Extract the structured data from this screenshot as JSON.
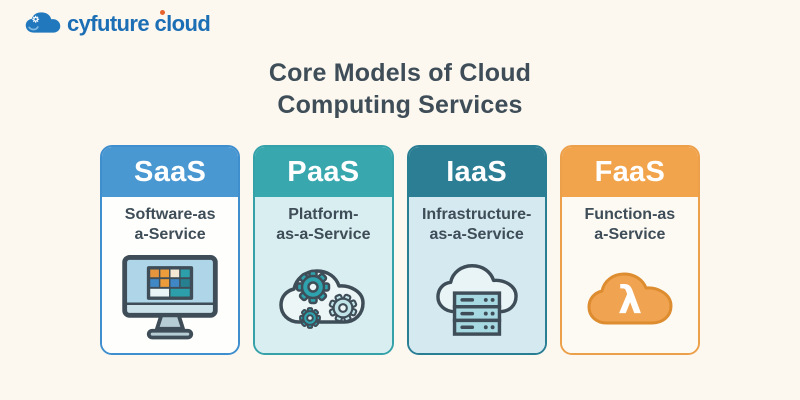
{
  "brand": {
    "logo_text": "cyfuture cloud",
    "logo_color": "#1d6fb5",
    "accent_dot_color": "#e8622c"
  },
  "title": {
    "line1": "Core Models of Cloud",
    "line2": "Computing Services",
    "color": "#3e4d57"
  },
  "cards": [
    {
      "abbr": "SaaS",
      "name_line1": "Software-as",
      "name_line2": "a-Service",
      "icon": "monitor-apps-icon",
      "header_color": "#4a98d2",
      "border_color": "#3f8fce",
      "body_color": "#fefefc"
    },
    {
      "abbr": "PaaS",
      "name_line1": "Platform-",
      "name_line2": "as-a-Service",
      "icon": "cloud-gears-icon",
      "header_color": "#38a7ae",
      "border_color": "#35a2aa",
      "body_color": "#d9eef0"
    },
    {
      "abbr": "IaaS",
      "name_line1": "Infrastructure-",
      "name_line2": "as-a-Service",
      "icon": "cloud-server-icon",
      "header_color": "#2b7e94",
      "border_color": "#2a7e94",
      "body_color": "#d5e9f1"
    },
    {
      "abbr": "FaaS",
      "name_line1": "Function-as",
      "name_line2": "a-Service",
      "icon": "cloud-lambda-icon",
      "header_color": "#f2a44c",
      "border_color": "#eda04a",
      "body_color": "#fdfaf4"
    }
  ]
}
